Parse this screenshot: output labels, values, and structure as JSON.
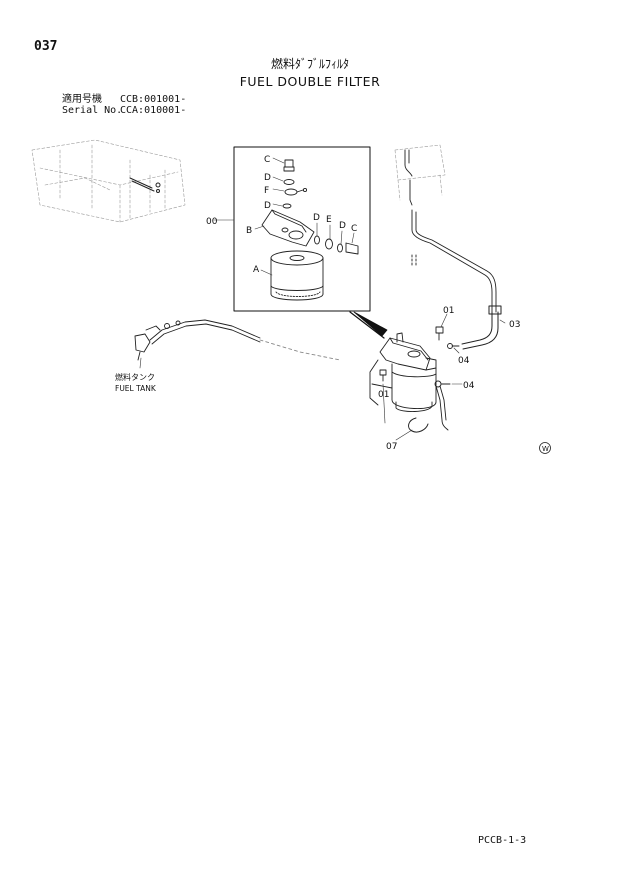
{
  "page_number": "037",
  "title_jp": "燃料ﾀﾞﾌﾞﾙﾌｨﾙﾀ",
  "title_en": "FUEL DOUBLE FILTER",
  "serials": [
    {
      "label": "適用号機",
      "value": "CCB:001001-"
    },
    {
      "label": "Serial No.",
      "value": "CCA:010001-"
    }
  ],
  "detail_letters": [
    "C",
    "D",
    "F",
    "D",
    "B",
    "A",
    "D",
    "E",
    "D",
    "C"
  ],
  "callouts": {
    "assembly": "00",
    "bolt_upper": "01",
    "bolt_lower": "01",
    "hose": "03",
    "clamp_upper": "04",
    "clamp_lower": "04",
    "band": "07"
  },
  "fuel_tank_jp": "燃料タンク",
  "fuel_tank_en": "FUEL TANK",
  "variant_mark": "W",
  "footer_code": "PCCB-1-3"
}
